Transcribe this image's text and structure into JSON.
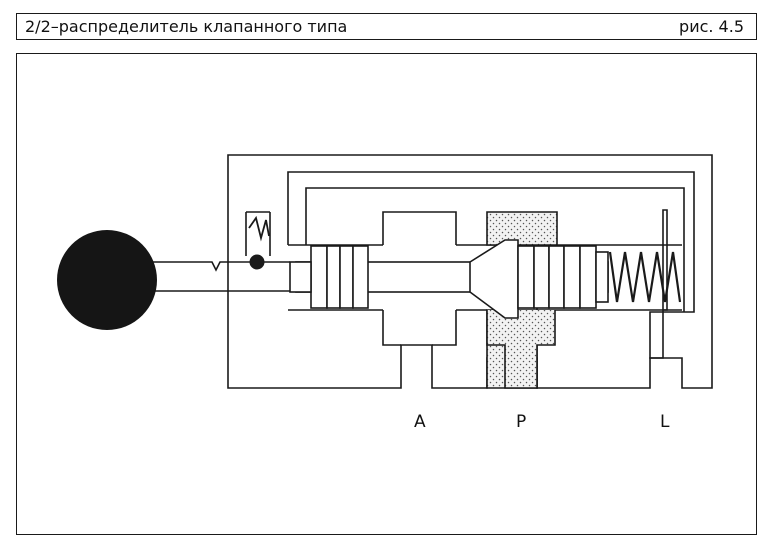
{
  "header": {
    "title": "2/2–распределитель клапанного типа",
    "figure_number": "рис. 4.5"
  },
  "ports": {
    "a": "A",
    "p": "P",
    "l": "L"
  },
  "colors": {
    "line": "#1a1a1a",
    "knob": "#151515",
    "pressure_fill": "#f1f1f1"
  }
}
